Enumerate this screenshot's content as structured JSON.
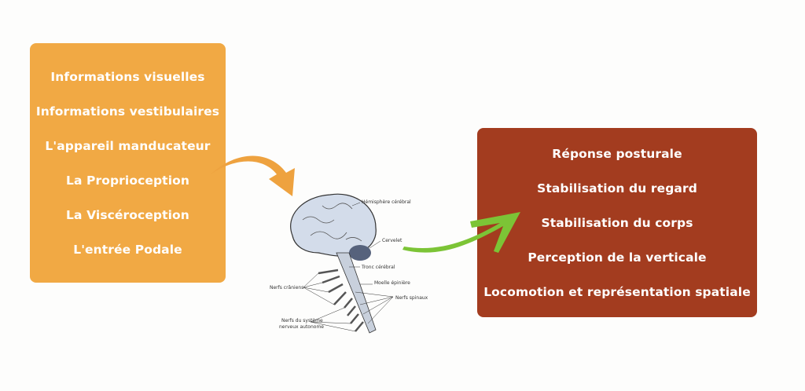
{
  "inputs": {
    "title": "Entrées sensorielles",
    "items": [
      "Informations visuelles",
      "Informations vestibulaires",
      "L'appareil manducateur",
      "La Proprioception",
      "La Viscéroception",
      "L'entrée Podale"
    ]
  },
  "outputs": {
    "items": [
      "Réponse posturale",
      "Stabilisation du regard",
      "Stabilisation du corps",
      "Perception de la verticale",
      "Locomotion et représentation spatiale"
    ]
  },
  "brain_labels": {
    "hemisphere": "Hémisphère cérébral",
    "cervelet": "Cervelet",
    "tronc": "Tronc cérébral",
    "moelle": "Moelle épinière",
    "nerfs_craniens": "Nerfs crâniens",
    "nerfs_spinaux": "Nerfs spinaux",
    "nerfs_autonome_1": "Nerfs du système",
    "nerfs_autonome_2": "nerveux autonome"
  },
  "colors": {
    "input_box": "#f1a944",
    "output_box": "#a33c1f",
    "arrow_in": "#eea23f",
    "arrow_out": "#7cc436"
  }
}
